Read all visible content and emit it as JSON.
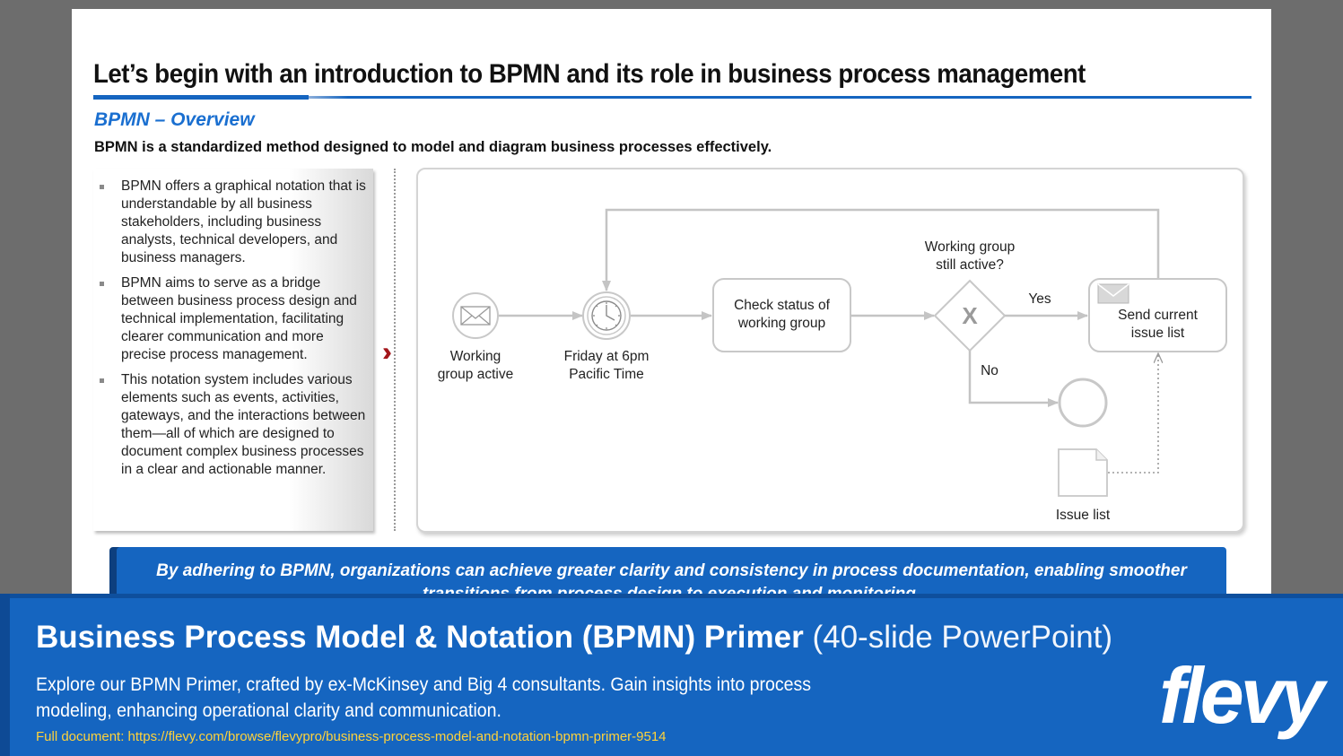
{
  "slide": {
    "title": "Let’s begin with an introduction to BPMN and its role in business process management",
    "subtitle": "BPMN – Overview",
    "lead": "BPMN is a standardized method designed to model and diagram business processes effectively.",
    "bullets": [
      "BPMN offers a graphical notation that is understandable by all business stakeholders, including business analysts, technical developers, and business managers.",
      "BPMN aims to serve as a bridge between business process design and technical implementation, facilitating clearer communication and more precise process management.",
      "This notation system includes various elements such as events, activities, gateways, and the interactions between them—all of which are designed to document complex business processes in a clear and actionable manner."
    ],
    "diagram": {
      "start_event_line1": "Working",
      "start_event_line2": "group active",
      "timer_event_line1": "Friday at 6pm",
      "timer_event_line2": "Pacific Time",
      "task1_line1": "Check status of",
      "task1_line2": "working group",
      "gateway_question_line1": "Working group",
      "gateway_question_line2": "still active?",
      "gateway_symbol": "X",
      "yes_label": "Yes",
      "no_label": "No",
      "task2_line1": "Send current",
      "task2_line2": "issue list",
      "data_object_label": "Issue list"
    },
    "callout": "By adhering to BPMN, organizations can achieve greater clarity and consistency in process documentation, enabling smoother transitions from process design to execution and monitoring."
  },
  "banner": {
    "title_bold": "Business Process Model & Notation (BPMN) Primer",
    "title_light": "(40-slide PowerPoint)",
    "description": "Explore our BPMN Primer, crafted by ex-McKinsey and Big 4 consultants. Gain insights into process modeling, enhancing operational clarity and communication.",
    "link": "Full document: https://flevy.com/browse/flevypro/business-process-model-and-notation-bpmn-primer-9514",
    "logo": "flevy"
  },
  "colors": {
    "accent_blue": "#1565c0",
    "subtitle_blue": "#1a6fd0",
    "chevron_red": "#a3161b",
    "link_yellow": "#ffd23a"
  }
}
